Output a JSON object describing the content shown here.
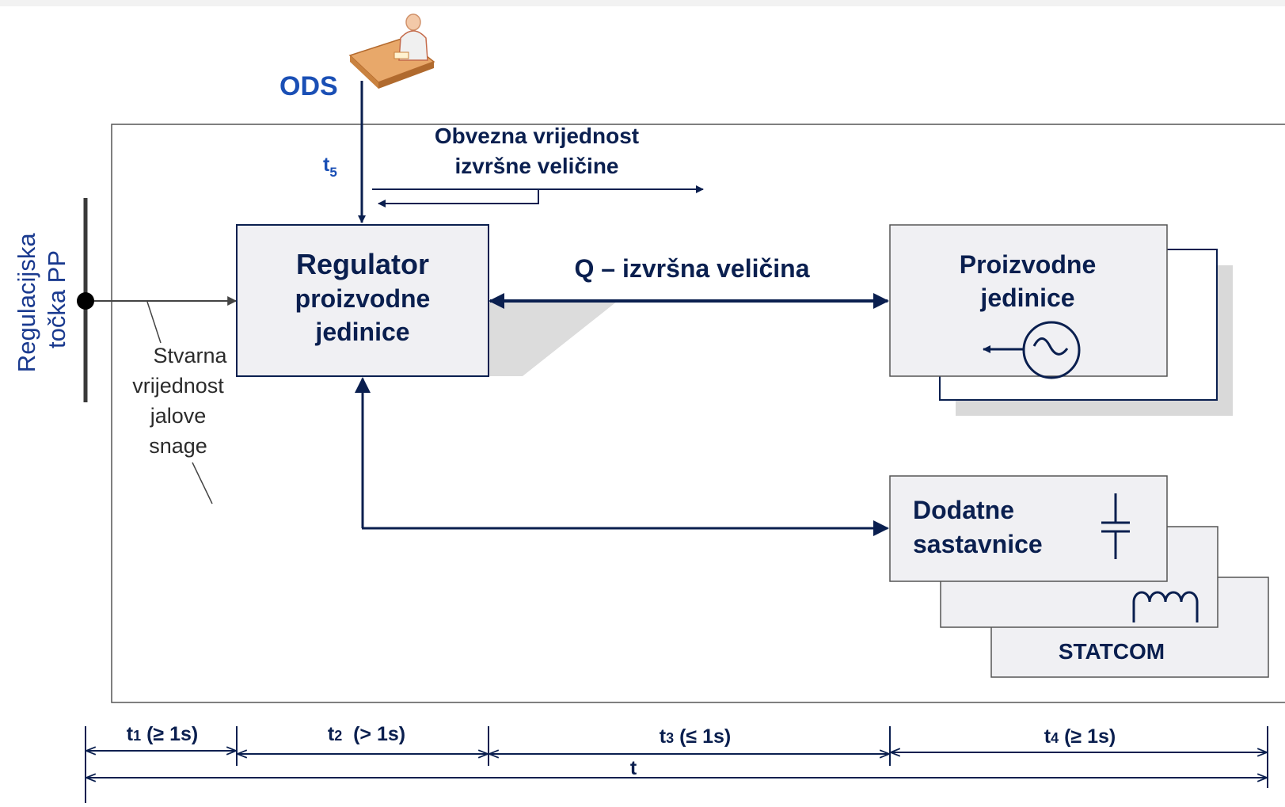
{
  "actor": {
    "label": "ODS",
    "icon": "operator-at-computer-icon"
  },
  "t5": {
    "base": "t",
    "sub": "5"
  },
  "setpoint": {
    "line1": "Obvezna vrijednost",
    "line2": "izvršne veličine"
  },
  "busbar": {
    "line1": "Regulacijska",
    "line2": "točka PP"
  },
  "measured": {
    "lines": [
      "Stvarna",
      "vrijednost",
      "jalove",
      "snage"
    ]
  },
  "regulator": {
    "line1": "Regulator",
    "line2": "proizvodne",
    "line3": "jedinice"
  },
  "q_arrow_label": "Q – izvršna veličina",
  "production": {
    "line1": "Proizvodne",
    "line2": "jedinice",
    "icon": "generator-icon"
  },
  "additional": {
    "line1": "Dodatne",
    "line2": "sastavnice",
    "icon": "capacitor-icon",
    "inductor_icon": "inductor-icon",
    "statcom": "STATCOM"
  },
  "timeline": {
    "segments": [
      {
        "base": "t",
        "sub": "1",
        "rest": " (≥ 1s)"
      },
      {
        "base": "t",
        "sub": "2",
        "rest": "  (> 1s)"
      },
      {
        "base": "t",
        "sub": "3",
        "rest": " (≤ 1s)"
      },
      {
        "base": "t",
        "sub": "4",
        "rest": " (≥ 1s)"
      }
    ],
    "total": "t"
  },
  "colors": {
    "navy": "#0a1f4f",
    "blue": "#1a4fb5",
    "box_fill": "#f0f0f3",
    "shadow": "#d9d9d9"
  }
}
